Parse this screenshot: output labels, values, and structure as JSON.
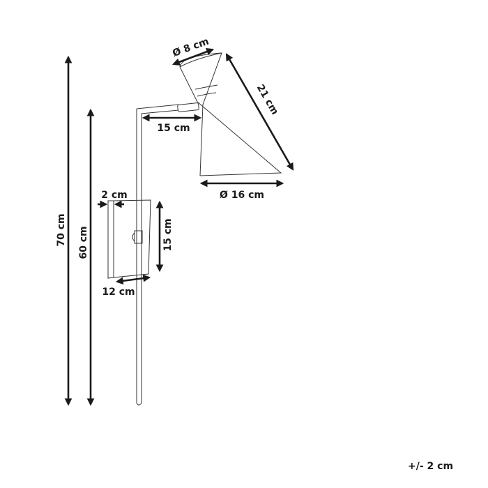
{
  "diagram": {
    "subject": "wall lamp dimension drawing",
    "dimensions": {
      "total_height": "70 cm",
      "rod_height": "60 cm",
      "arm_length": "15 cm",
      "shade_top_diameter": "Ø 8 cm",
      "shade_length": "21 cm",
      "shade_bottom_diameter": "Ø 16 cm",
      "plate_depth": "2 cm",
      "plate_height": "15 cm",
      "plate_width": "12 cm"
    },
    "tolerance": "+/- 2 cm",
    "colors": {
      "line": "#1a1a1a",
      "background": "#ffffff"
    }
  }
}
